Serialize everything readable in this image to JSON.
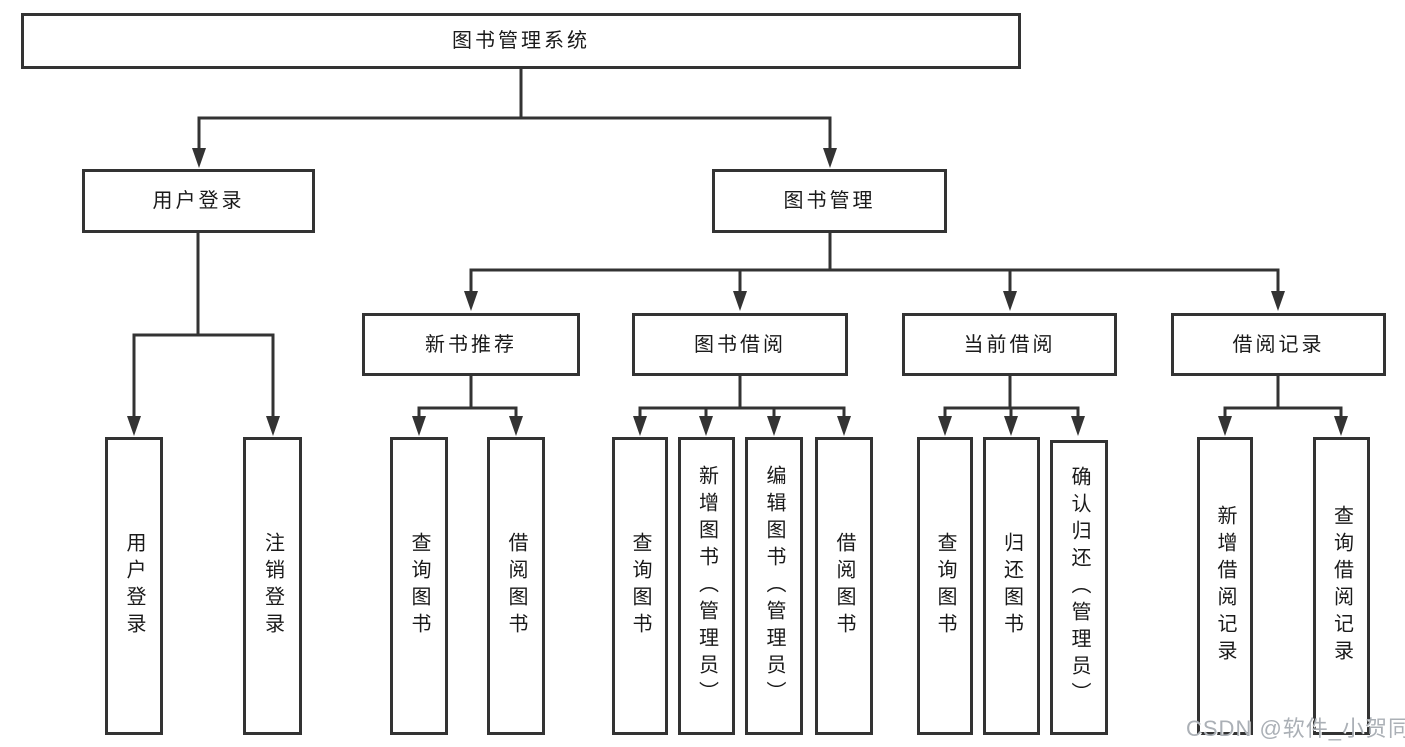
{
  "diagram": {
    "root": {
      "label": "图书管理系统"
    },
    "branches": [
      {
        "label": "用户登录",
        "children": [
          {
            "label": "用户登录"
          },
          {
            "label": "注销登录"
          }
        ]
      },
      {
        "label": "图书管理",
        "children": [
          {
            "label": "新书推荐",
            "children": [
              {
                "label": "查询图书"
              },
              {
                "label": "借阅图书"
              }
            ]
          },
          {
            "label": "图书借阅",
            "children": [
              {
                "label": "查询图书"
              },
              {
                "label": "新增图书（管理员）"
              },
              {
                "label": "编辑图书（管理员）"
              },
              {
                "label": "借阅图书"
              }
            ]
          },
          {
            "label": "当前借阅",
            "children": [
              {
                "label": "查询图书"
              },
              {
                "label": "归还图书"
              },
              {
                "label": "确认归还（管理员）"
              }
            ]
          },
          {
            "label": "借阅记录",
            "children": [
              {
                "label": "新增借阅记录"
              },
              {
                "label": "查询借阅记录"
              }
            ]
          }
        ]
      }
    ]
  },
  "watermark": {
    "text": "CSDN @软件_小贺同学"
  },
  "colors": {
    "line": "#333333",
    "box_border": "#333333",
    "box_background": "#ffffff",
    "text": "#1a1a1a",
    "watermark": "#abb0b6",
    "background": "#ffffff"
  }
}
